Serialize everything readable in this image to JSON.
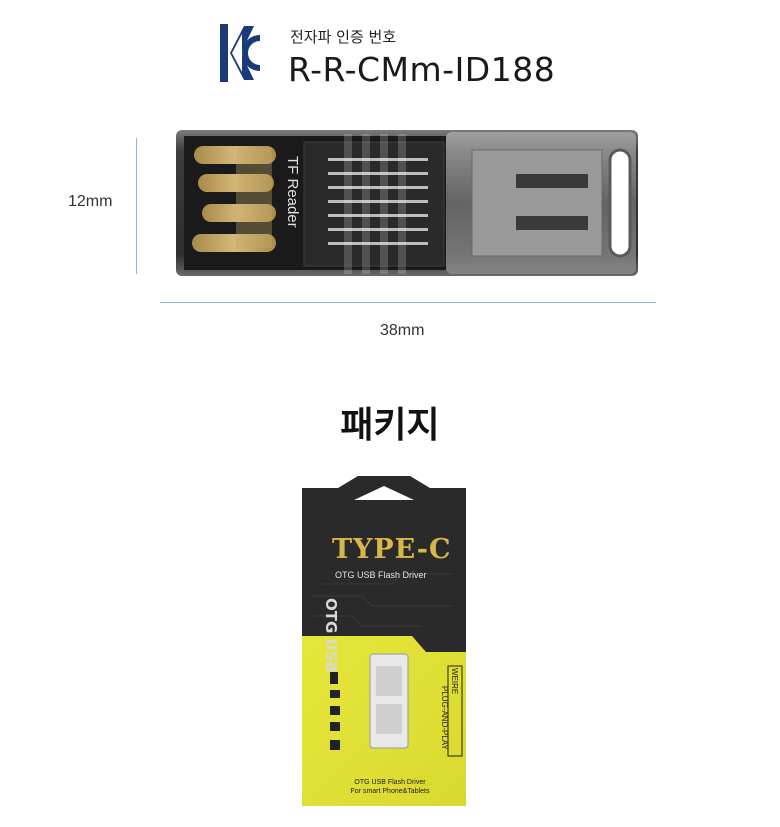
{
  "certification": {
    "label": "전자파 인증 번호",
    "number": "R-R-CMm-ID188"
  },
  "dimensions": {
    "height": "12mm",
    "width": "38mm"
  },
  "product": {
    "printed_text": "TF Reader"
  },
  "package": {
    "heading": "패키지",
    "brand": "TYPE-C",
    "subtitle": "OTG USB Flash Driver",
    "side_label": "OTG USB",
    "badge_left": "WEIRE",
    "badge_right": "PLUG-AND-PLAY",
    "footer_line1": "OTG USB Flash Driver",
    "footer_line2": "For smart Phone&Tablets"
  },
  "colors": {
    "kc_blue": "#1b3a7a",
    "dimension_line": "#8fb3d9",
    "package_yellow": "#e6e63a",
    "package_dark": "#2a2a2a",
    "brand_gold": "#d8b64a"
  }
}
